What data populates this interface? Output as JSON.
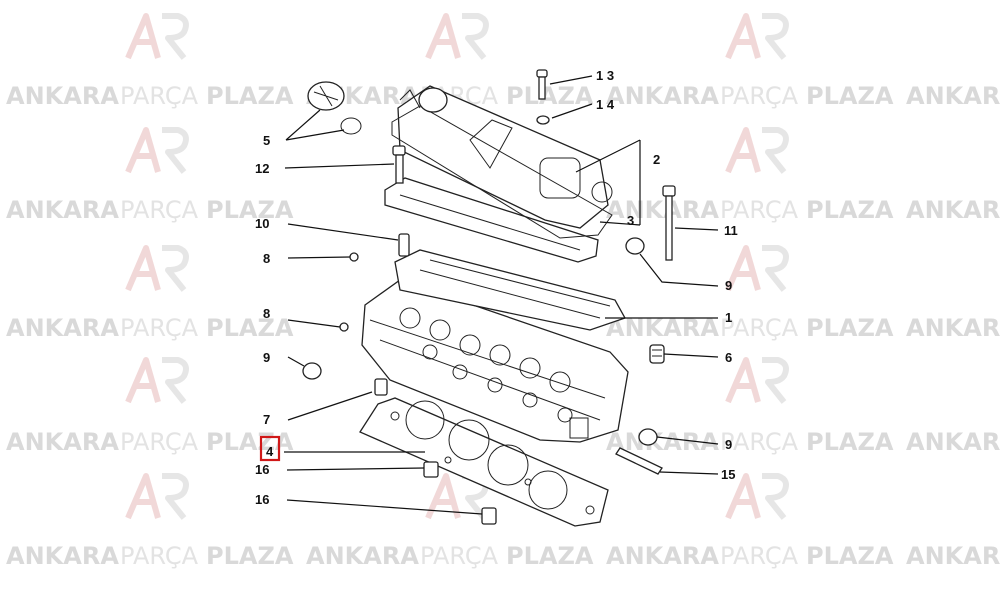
{
  "watermark": {
    "word1": "ANKARA",
    "word2": "PARÇA",
    "word3": "PLAZA",
    "word1_trunc": "ANKAR",
    "logo_color": "#f1d8d8"
  },
  "callouts": {
    "c13": "1 3",
    "c14": "1 4",
    "c2": "2",
    "c3": "3",
    "c5": "5",
    "c12": "12",
    "c11": "11",
    "c10": "10",
    "c8a": "8",
    "c8b": "8",
    "c9a": "9",
    "c9b": "9",
    "c9c": "9",
    "c1": "1",
    "c6": "6",
    "c7": "7",
    "c4": "4",
    "c16a": "16",
    "c16b": "16",
    "c15": "15"
  },
  "highlight": {
    "part": "4",
    "color": "#d01818"
  }
}
